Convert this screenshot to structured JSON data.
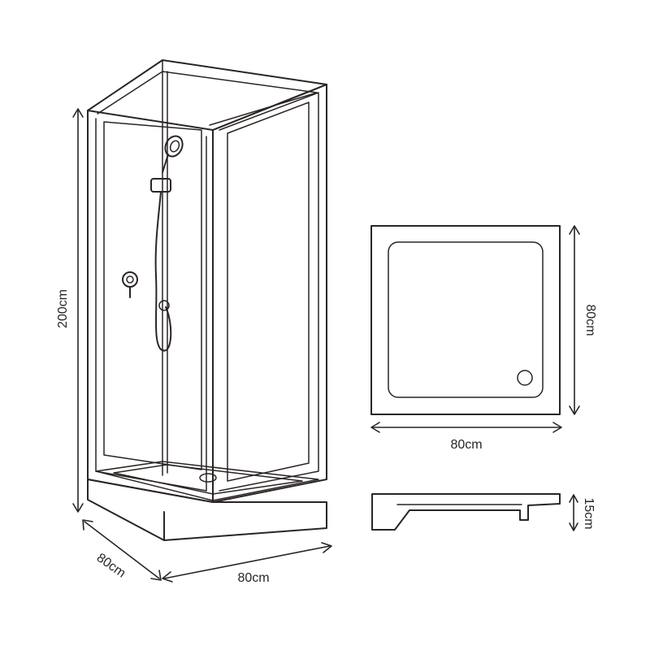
{
  "labels": {
    "height": "200cm",
    "depth": "80cm",
    "width": "80cm",
    "tray_width": "80cm",
    "tray_depth": "80cm",
    "tray_height": "15cm"
  },
  "colors": {
    "line": "#2a2523",
    "background": "#ffffff"
  }
}
